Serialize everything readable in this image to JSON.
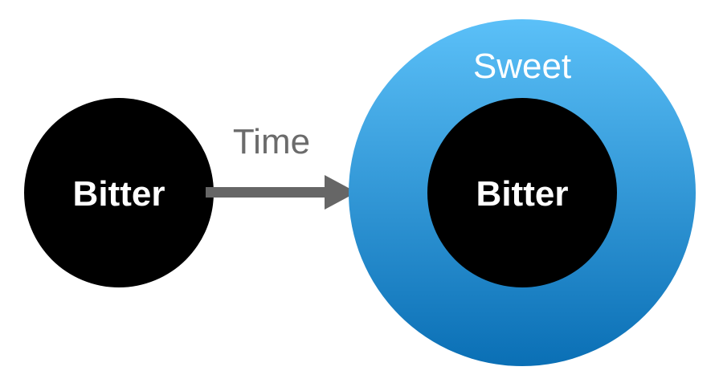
{
  "diagram": {
    "left_node": {
      "label": "Bitter"
    },
    "arrow": {
      "label": "Time"
    },
    "right_node": {
      "outer_label": "Sweet",
      "inner_label": "Bitter"
    }
  },
  "colors": {
    "node_fill": "#000000",
    "node_text": "#ffffff",
    "arrow": "#666666",
    "arrow_text": "#6b6b6b",
    "outer_top": "#5bc0f8",
    "outer_bottom": "#0a6fb5"
  }
}
